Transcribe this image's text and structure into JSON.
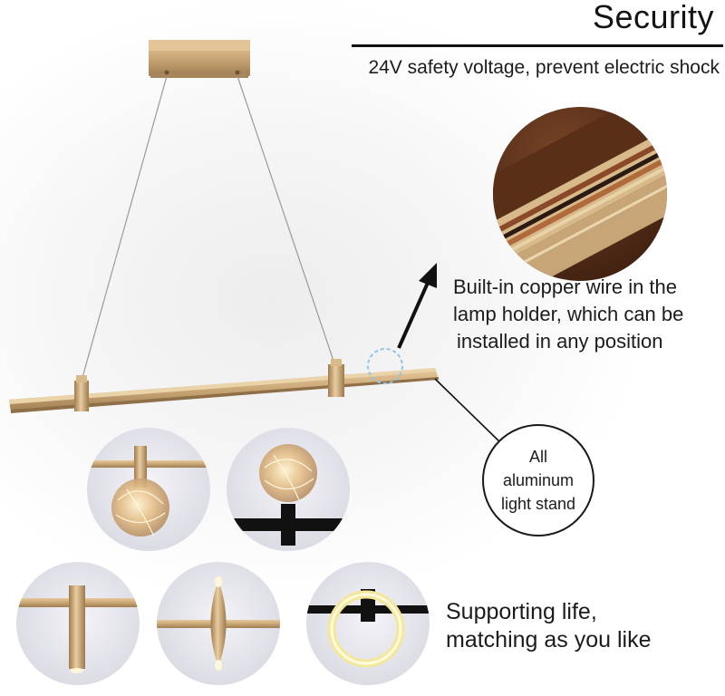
{
  "header": {
    "title": "Security",
    "subtitle": "24V safety voltage, prevent electric shock"
  },
  "callout_copper": {
    "lines": [
      "Built-in copper wire in the",
      "lamp holder, which can be",
      "installed in any position"
    ]
  },
  "stand_label": {
    "lines": [
      "All",
      "aluminum",
      "light stand"
    ]
  },
  "support_text": {
    "lines": [
      "Supporting life,",
      "matching as you like"
    ]
  },
  "colors": {
    "gold": "#c9a676",
    "gold_dark": "#a9865a",
    "black": "#111111",
    "accent_blue": "#8ec5e8"
  }
}
